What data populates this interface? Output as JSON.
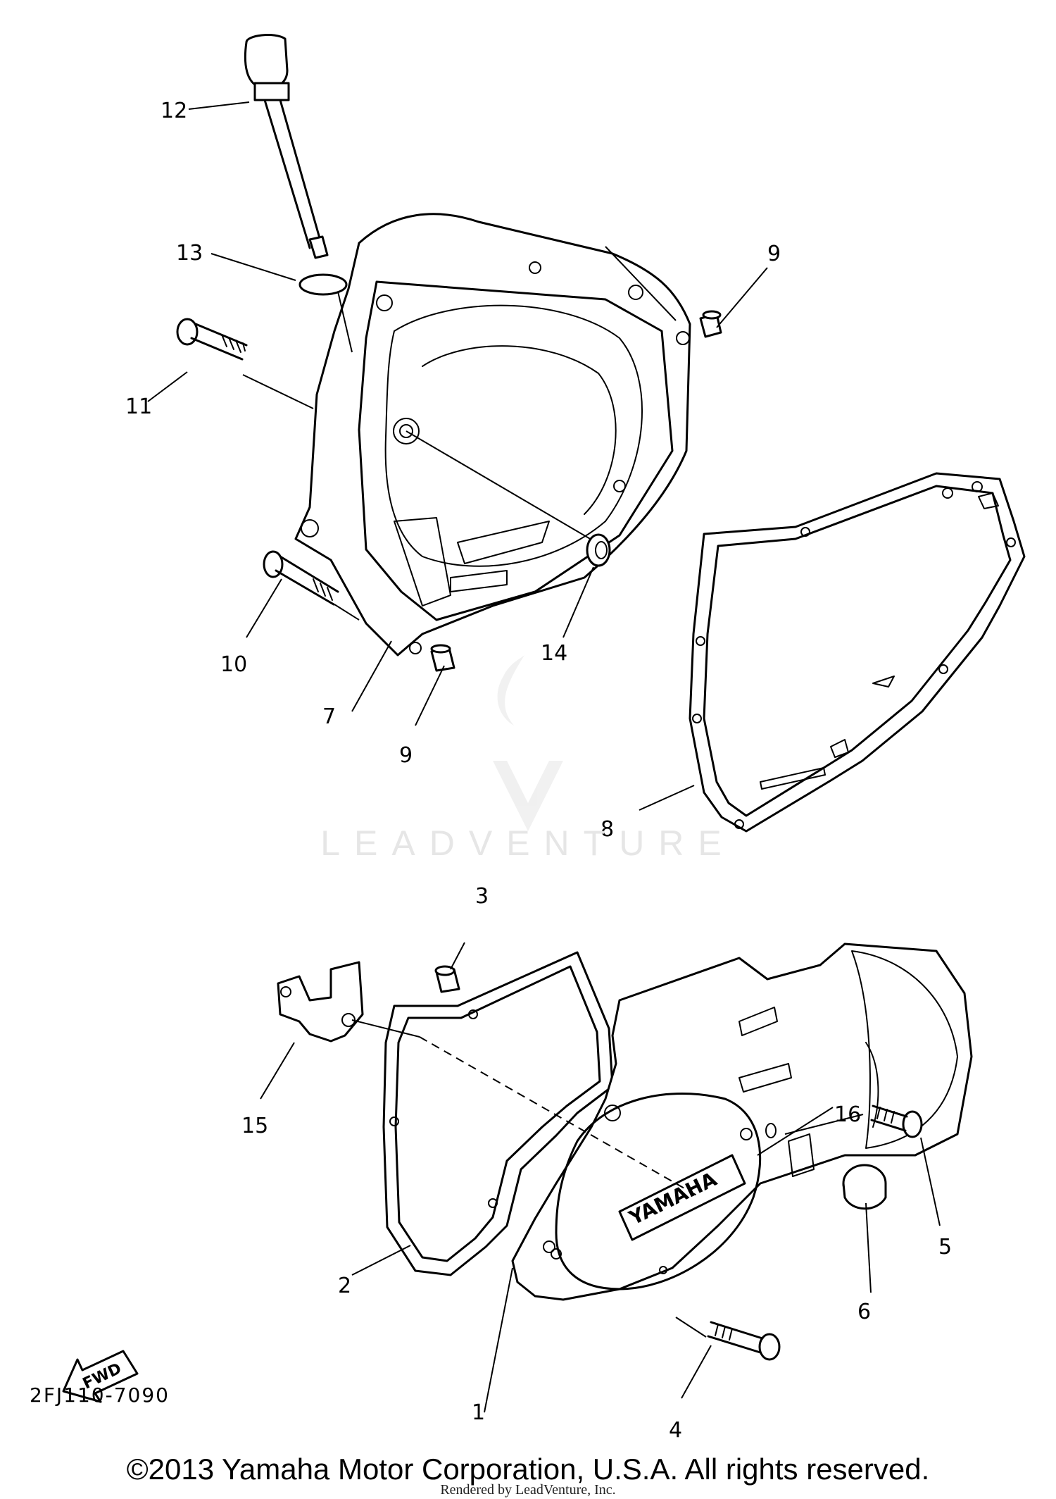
{
  "diagram": {
    "part_code": "2FJ110-7090",
    "fwd_label": "FWD",
    "brand_on_cover": "YAMAHA",
    "callouts": {
      "c1": "1",
      "c2": "2",
      "c3": "3",
      "c4": "4",
      "c5": "5",
      "c6": "6",
      "c7": "7",
      "c8": "8",
      "c9a": "9",
      "c9b": "9",
      "c10": "10",
      "c11": "11",
      "c12": "12",
      "c13": "13",
      "c14": "14",
      "c15": "15",
      "c16": "16"
    }
  },
  "watermark": {
    "text": "LEADVENTURE"
  },
  "footer": {
    "copyright": "©2013 Yamaha Motor Corporation, U.S.A. All rights reserved.",
    "rendered_by": "Rendered by LeadVenture, Inc."
  }
}
